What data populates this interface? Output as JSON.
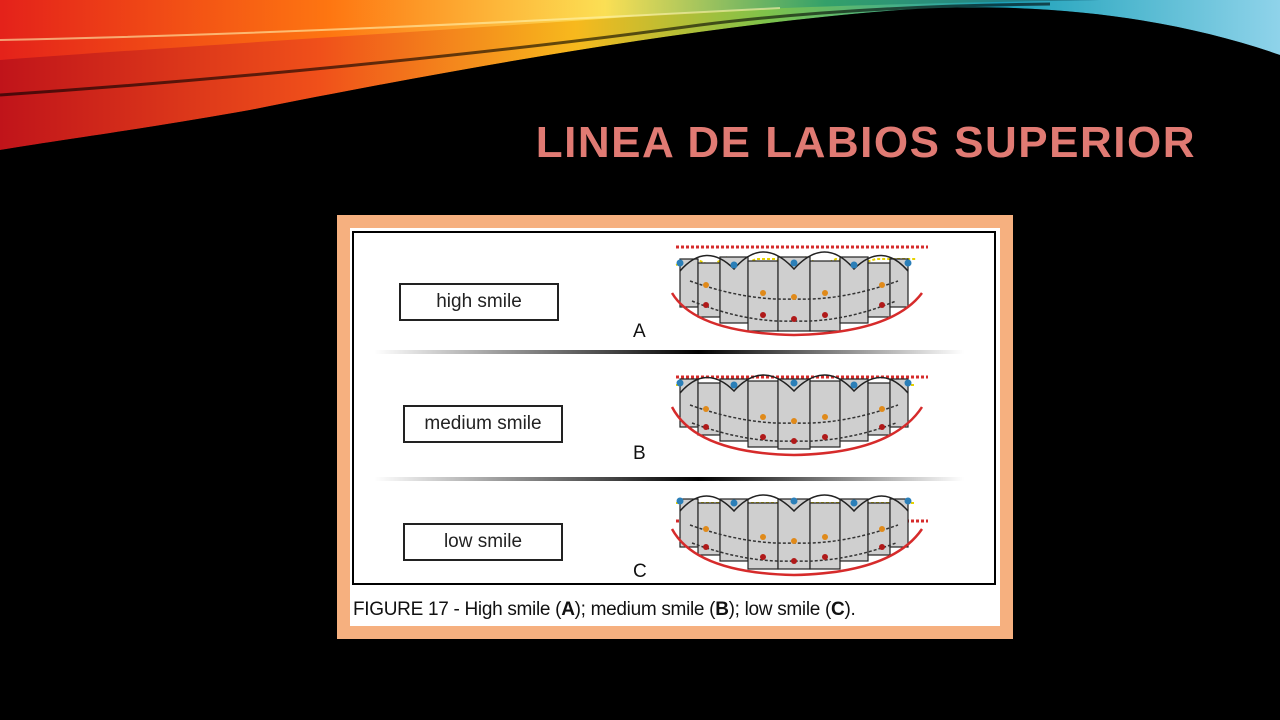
{
  "slide": {
    "title": "LINEA DE LABIOS SUPERIOR",
    "title_color": "#e07a73",
    "background": "#000000",
    "frame_color": "#f6b07f"
  },
  "figure": {
    "panels": [
      {
        "label": "high smile",
        "letter": "A"
      },
      {
        "label": "medium smile",
        "letter": "B"
      },
      {
        "label": "low smile",
        "letter": "C"
      }
    ],
    "caption": {
      "prefix": "FIGURE 17 - High smile (",
      "a": "A",
      "mid1": "); medium smile (",
      "b": "B",
      "mid2": "); low smile (",
      "c": "C",
      "suffix": ")."
    }
  }
}
